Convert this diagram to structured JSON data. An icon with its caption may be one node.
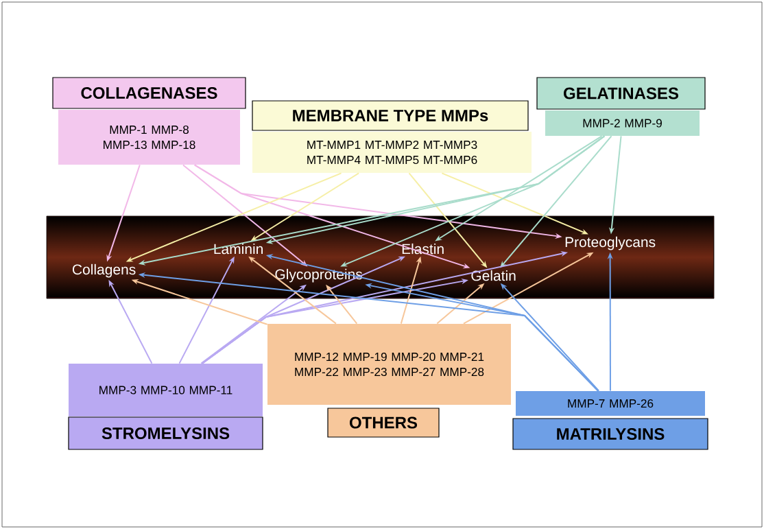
{
  "diagram": {
    "nodes": [
      {
        "text": [
          "COLLAGENASES",
          "MMP-1 MMP-8 MMP-13 MMP-18"
        ]
      },
      {
        "text": [
          "MEMBRANE TYPE MMPs",
          "MT-MMP1 MT-MMP2 MT-MMP3 MT-MMP4 MT-MMP5 MT-MMP6"
        ]
      },
      {
        "text": [
          "GELATINASES",
          "MMP-2 MMP-9"
        ]
      },
      {
        "text": [],
        "shape": "band"
      },
      {
        "text": [
          "Collagens"
        ],
        "in": 3
      },
      {
        "text": [
          "Laminin"
        ],
        "in": 3
      },
      {
        "text": [
          "Glycoproteins"
        ],
        "in": 3
      },
      {
        "text": [
          "Elastin"
        ],
        "in": 3
      },
      {
        "text": [
          "Gelatin"
        ],
        "in": 3
      },
      {
        "text": [
          "Proteoglycans"
        ],
        "in": 3
      },
      {
        "text": [
          "MMP-12 MMP-19 MMP-20 MMP-21 MMP-22 MMP-23 MMP-27 MMP-28",
          "OTHERS"
        ]
      },
      {
        "text": [
          "MMP-3 MMP-10 MMP-11",
          "STROMELYSINS"
        ]
      },
      {
        "text": [
          "MMP-7 MMP-26",
          "MATRILYSINS"
        ]
      }
    ],
    "edges": [
      {
        "from": 0,
        "to": 4,
        "arrow": "to",
        "color": "#f2b8e8"
      },
      {
        "from": 0,
        "to": 6,
        "arrow": "to",
        "color": "#f2b8e8"
      },
      {
        "from": 0,
        "to": 8,
        "arrow": "to",
        "color": "#f2b8e8"
      },
      {
        "from": 0,
        "to": 9,
        "arrow": "to",
        "color": "#f2b8e8"
      },
      {
        "from": 1,
        "to": 4,
        "arrow": "to",
        "color": "#f6efa6"
      },
      {
        "from": 1,
        "to": 5,
        "arrow": "to",
        "color": "#f6efa6"
      },
      {
        "from": 1,
        "to": 8,
        "arrow": "to",
        "color": "#f6efa6"
      },
      {
        "from": 1,
        "to": 9,
        "arrow": "to",
        "color": "#f6efa6"
      },
      {
        "from": 2,
        "to": 4,
        "arrow": "to",
        "color": "#a9dccb"
      },
      {
        "from": 2,
        "to": 5,
        "arrow": "to",
        "color": "#a9dccb"
      },
      {
        "from": 2,
        "to": 6,
        "arrow": "to",
        "color": "#a9dccb"
      },
      {
        "from": 2,
        "to": 7,
        "arrow": "to",
        "color": "#a9dccb"
      },
      {
        "from": 2,
        "to": 8,
        "arrow": "to",
        "color": "#a9dccb"
      },
      {
        "from": 2,
        "to": 9,
        "arrow": "to",
        "color": "#a9dccb"
      },
      {
        "from": 11,
        "to": 4,
        "arrow": "to",
        "color": "#b9a9f2"
      },
      {
        "from": 11,
        "to": 5,
        "arrow": "to",
        "color": "#b9a9f2"
      },
      {
        "from": 11,
        "to": 6,
        "arrow": "to",
        "color": "#b9a9f2"
      },
      {
        "from": 11,
        "to": 7,
        "arrow": "to",
        "color": "#b9a9f2"
      },
      {
        "from": 11,
        "to": 8,
        "arrow": "to",
        "color": "#b9a9f2"
      },
      {
        "from": 11,
        "to": 9,
        "arrow": "to",
        "color": "#b9a9f2"
      },
      {
        "from": 10,
        "to": 4,
        "arrow": "to",
        "color": "#f7c79b"
      },
      {
        "from": 10,
        "to": 5,
        "arrow": "to",
        "color": "#f7c79b"
      },
      {
        "from": 10,
        "to": 6,
        "arrow": "to",
        "color": "#f7c79b"
      },
      {
        "from": 10,
        "to": 7,
        "arrow": "to",
        "color": "#f7c79b"
      },
      {
        "from": 10,
        "to": 8,
        "arrow": "to",
        "color": "#f7c79b"
      },
      {
        "from": 10,
        "to": 9,
        "arrow": "to",
        "color": "#f7c79b"
      },
      {
        "from": 12,
        "to": 4,
        "arrow": "to",
        "color": "#6e9fe6"
      },
      {
        "from": 12,
        "to": 5,
        "arrow": "to",
        "color": "#6e9fe6"
      },
      {
        "from": 12,
        "to": 6,
        "arrow": "to",
        "color": "#6e9fe6"
      },
      {
        "from": 12,
        "to": 8,
        "arrow": "to",
        "color": "#6e9fe6"
      },
      {
        "from": 12,
        "to": 9,
        "arrow": "to",
        "color": "#6e9fe6"
      }
    ]
  }
}
